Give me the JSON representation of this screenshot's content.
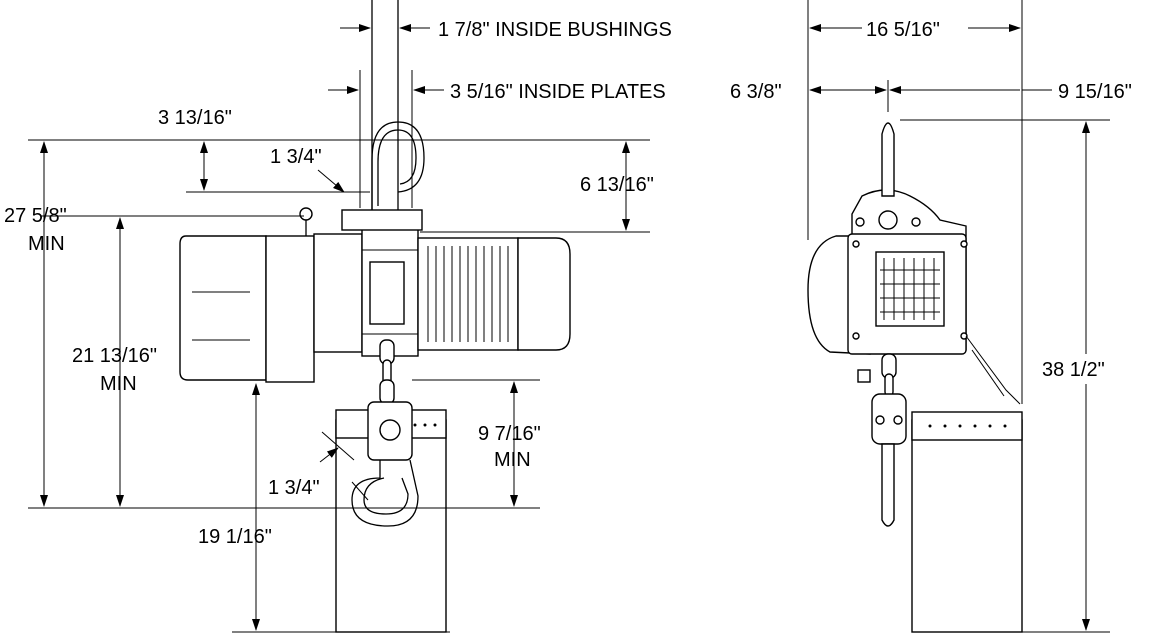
{
  "diagram": {
    "colors": {
      "line": "#000000",
      "background": "#ffffff"
    },
    "dimensions": {
      "inside_bushings": "1 7/8\" INSIDE BUSHINGS",
      "inside_plates": "3 5/16\" INSIDE PLATES",
      "top_hook_offset": "3 13/16\"",
      "top_hook_throat": "1 3/4\"",
      "motor_top_offset": "6 13/16\"",
      "overall_min": "27 5/8\"",
      "overall_min_label": "MIN",
      "body_to_hook_min": "21 13/16\"",
      "body_to_hook_min_label": "MIN",
      "bottom_clearance_min": "9 7/16\"",
      "bottom_clearance_min_label": "MIN",
      "bottom_hook_throat": "1 3/4\"",
      "bag_height": "19 1/16\"",
      "side_width": "16 5/16\"",
      "side_left_offset": "6 3/8\"",
      "side_right_offset": "9 15/16\"",
      "side_height": "38 1/2\""
    }
  }
}
